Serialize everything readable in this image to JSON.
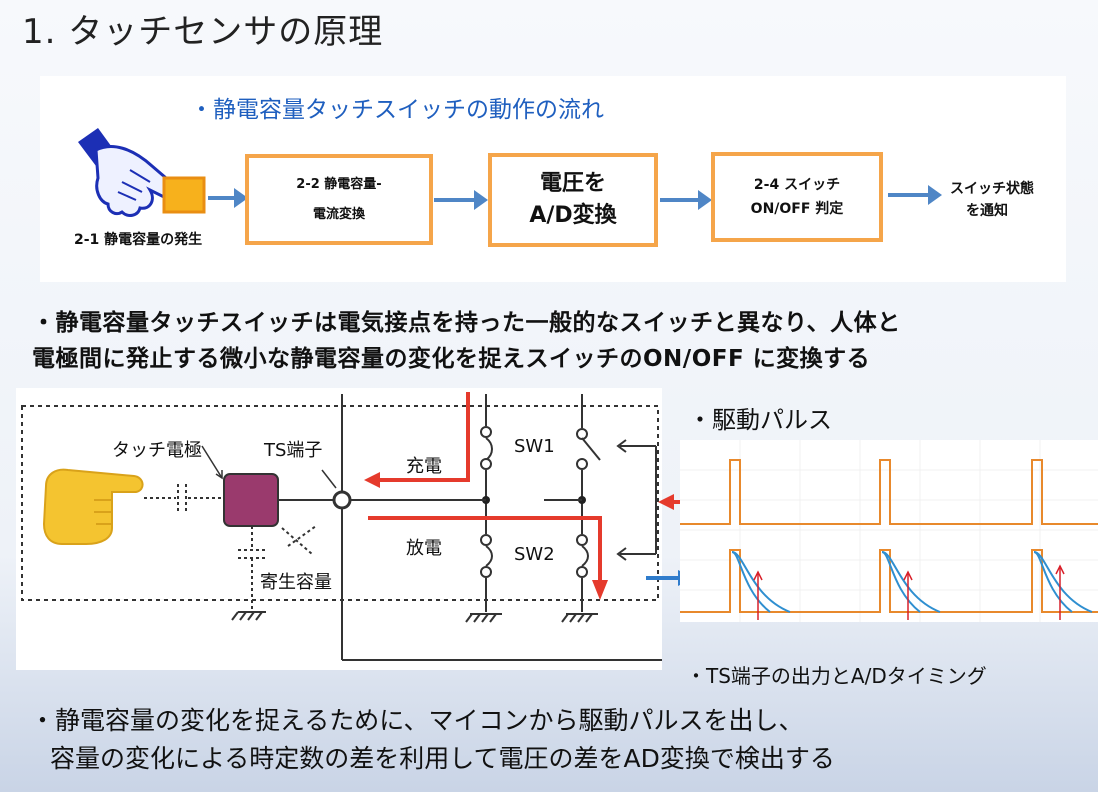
{
  "title": "1. タッチセンサの原理",
  "flow": {
    "heading": "・静電容量タッチスイッチの動作の流れ",
    "step1_caption": "2-1 静電容量の発生",
    "step2_line1": "2-2  静電容量-",
    "step2_line2": "電流変換",
    "step3_line1": "電圧を",
    "step3_line2": "A/D変換",
    "step4_line1": "2-4 スイッチ",
    "step4_line2": "ON/OFF 判定",
    "step5_line1": "スイッチ状態",
    "step5_line2": "を通知"
  },
  "description": {
    "line1": "・静電容量タッチスイッチは電気接点を持った一般的なスイッチと異なり、人体と",
    "line2": "電極間に発止する微小な静電容量の変化を捉えスイッチのON/OFF に変換する"
  },
  "circuit": {
    "touch_electrode": "タッチ電極",
    "ts_terminal": "TS端子",
    "charge": "充電",
    "discharge": "放電",
    "sw1": "SW1",
    "sw2": "SW2",
    "parasitic": "寄生容量"
  },
  "waves": {
    "drive_pulse_label": "・駆動パルス",
    "output_label": "・TS端子の出力とA/Dタイミング",
    "pulse_color": "#e8892c",
    "curve_color": "#2f8fd0",
    "marker_color": "#d9202a"
  },
  "bottom": {
    "line1": "・静電容量の変化を捉えるために、マイコンから駆動パルスを出し、",
    "line2": "容量の変化による時定数の差を利用して電圧の差をAD変換で検出する"
  }
}
